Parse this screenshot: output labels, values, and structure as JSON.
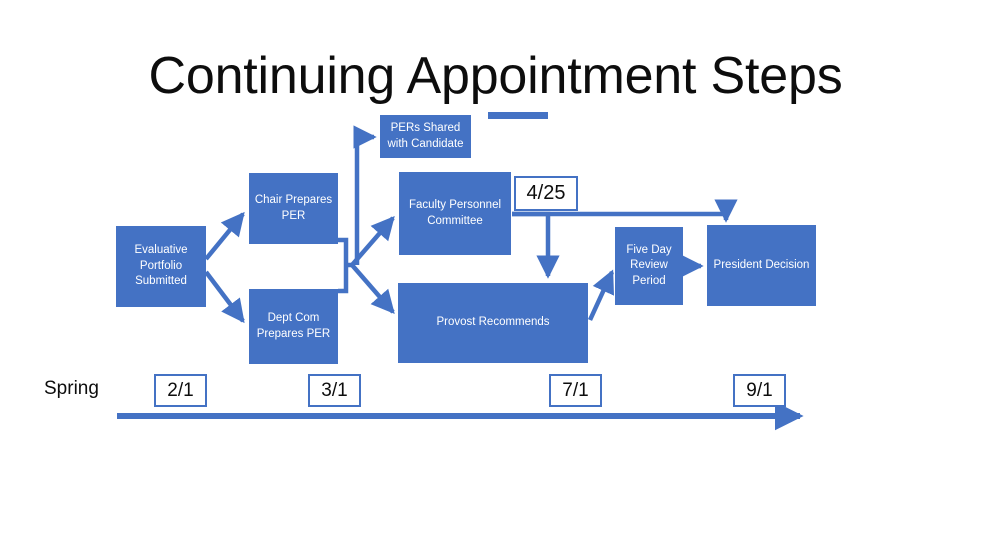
{
  "slide": {
    "title": "Continuing Appointment Steps",
    "background_color": "#FFFFFF",
    "accent_color": "#4472C4",
    "text_color_on_accent": "#FFFFFF",
    "text_color_dark": "#0D0D0D"
  },
  "nodes": [
    {
      "id": "evaluative-portfolio",
      "lines": [
        "Evaluative",
        "Portfolio",
        "Submitted"
      ],
      "text": "Evaluative Portfolio Submitted"
    },
    {
      "id": "chair-prepares-per",
      "lines": [
        "Chair Prepares",
        "PER"
      ],
      "text": "Chair Prepares PER"
    },
    {
      "id": "dept-com-prepares-per",
      "lines": [
        "Dept Com",
        "Prepares PER"
      ],
      "text": "Dept Com Prepares PER"
    },
    {
      "id": "pers-shared-with-candidate",
      "lines": [
        "PERs Shared",
        "with Candidate"
      ],
      "text": "PERs Shared with Candidate"
    },
    {
      "id": "faculty-personnel-committee",
      "lines": [
        "Faculty Personnel",
        "Committee"
      ],
      "text": "Faculty Personnel Committee"
    },
    {
      "id": "provost-recommends",
      "lines": [
        "Provost Recommends"
      ],
      "text": "Provost Recommends"
    },
    {
      "id": "five-day-review-period",
      "lines": [
        "Five Day",
        "Review",
        "Period"
      ],
      "text": "Five Day Review Period"
    },
    {
      "id": "president-decision",
      "lines": [
        "President Decision"
      ],
      "text": "President Decision"
    }
  ],
  "callout": {
    "label": "4/25"
  },
  "timeline": {
    "season_label": "Spring",
    "dates": [
      {
        "label": "2/1"
      },
      {
        "label": "3/1"
      },
      {
        "label": "7/1"
      },
      {
        "label": "9/1"
      }
    ]
  }
}
